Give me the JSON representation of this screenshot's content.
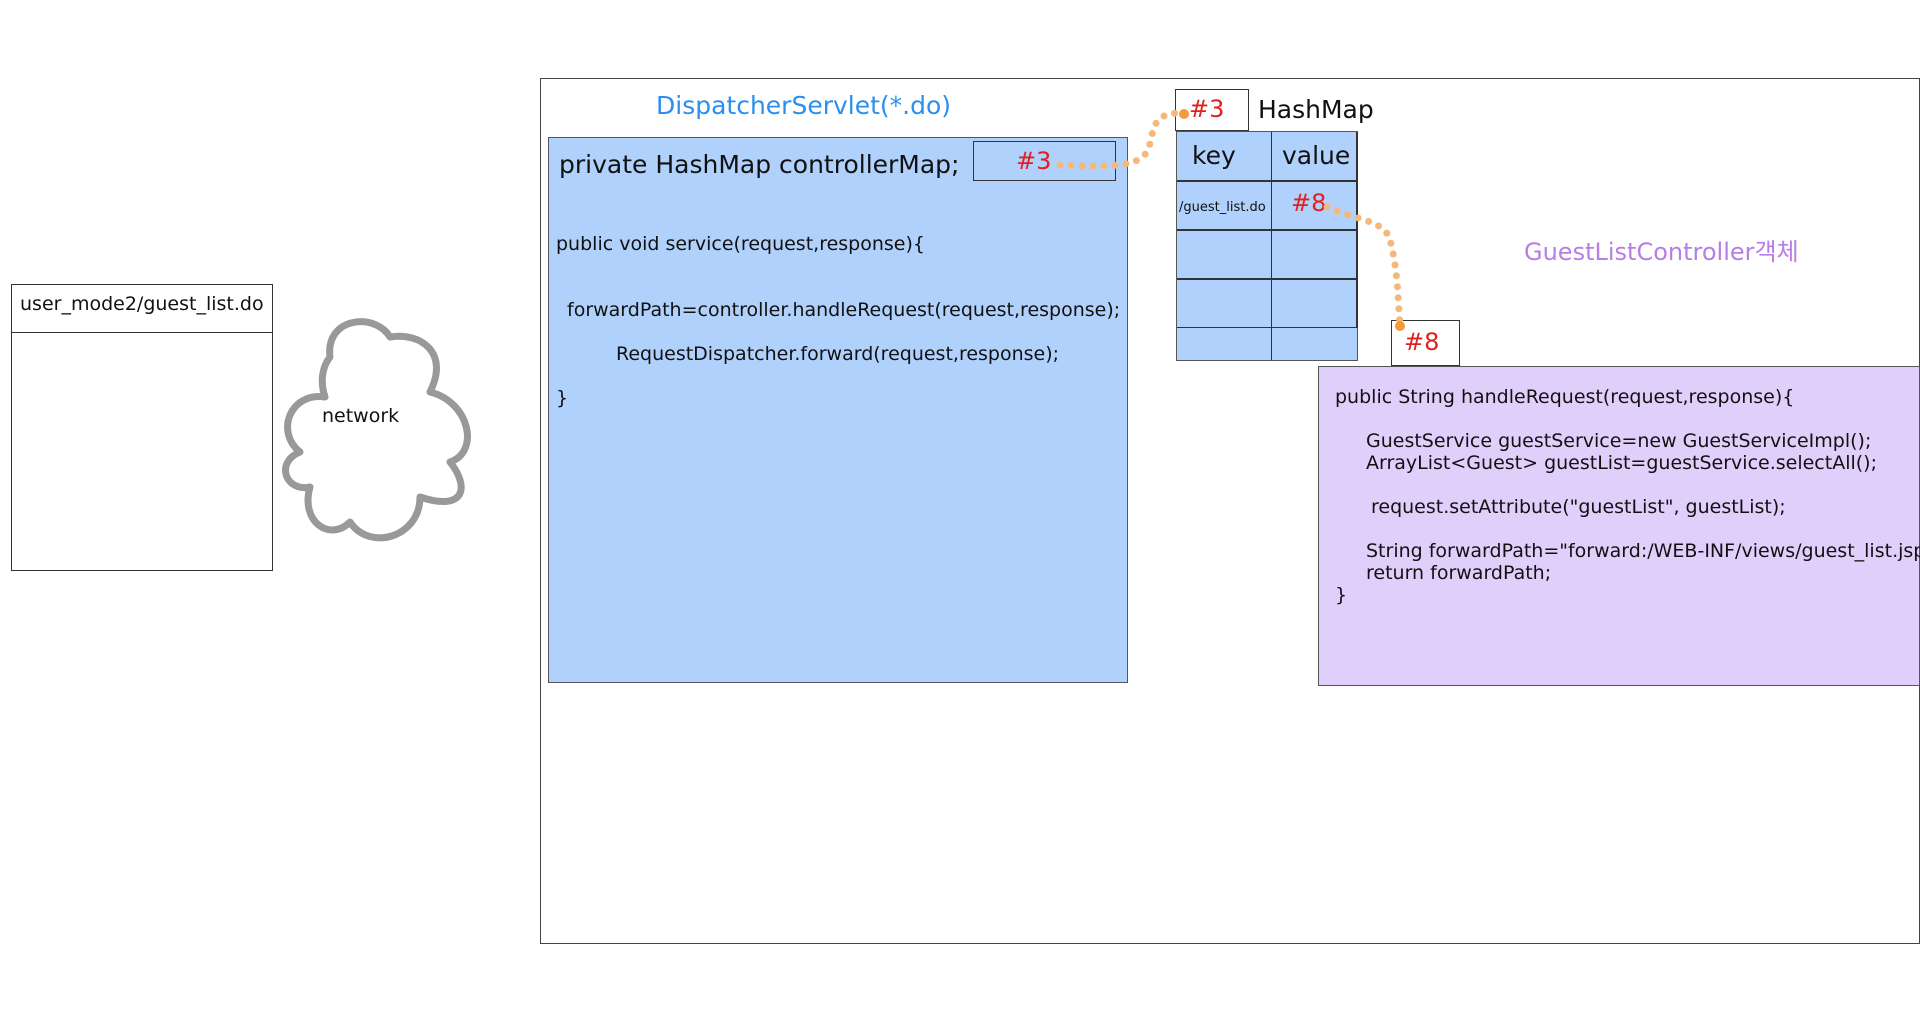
{
  "browser": {
    "url": "user_mode2/guest_list.do"
  },
  "network": {
    "label": "network"
  },
  "dispatcher": {
    "title": "DispatcherServlet(*.do)",
    "field": "private HashMap controllerMap;",
    "ref": "#3",
    "code": [
      "public void service(request,response){",
      "forwardPath=controller.handleRequest(request,response);",
      "RequestDispatcher.forward(request,response);",
      "}"
    ]
  },
  "hashmap": {
    "ref": "#3",
    "title": "HashMap",
    "headers": {
      "key": "key",
      "value": "value"
    },
    "row1": {
      "key": "/guest_list.do",
      "value": "#8"
    }
  },
  "controller": {
    "title": "GuestListController객체",
    "ref": "#8",
    "code": [
      "public String handleRequest(request,response){",
      "GuestService guestService=new GuestServiceImpl();",
      "ArrayList<Guest> guestList=guestService.selectAll();",
      "request.setAttribute(\"guestList\", guestList);",
      "String forwardPath=\"forward:/WEB-INF/views/guest_list.jsp\";",
      "return forwardPath;",
      "}"
    ]
  },
  "colors": {
    "blue_fill": "#b0d1fb",
    "purple_fill": "#e1cffb",
    "ref_red": "#e02020",
    "title_blue": "#2b8ff0",
    "title_purple": "#b77de8",
    "connector_orange": "#f5b87a"
  }
}
